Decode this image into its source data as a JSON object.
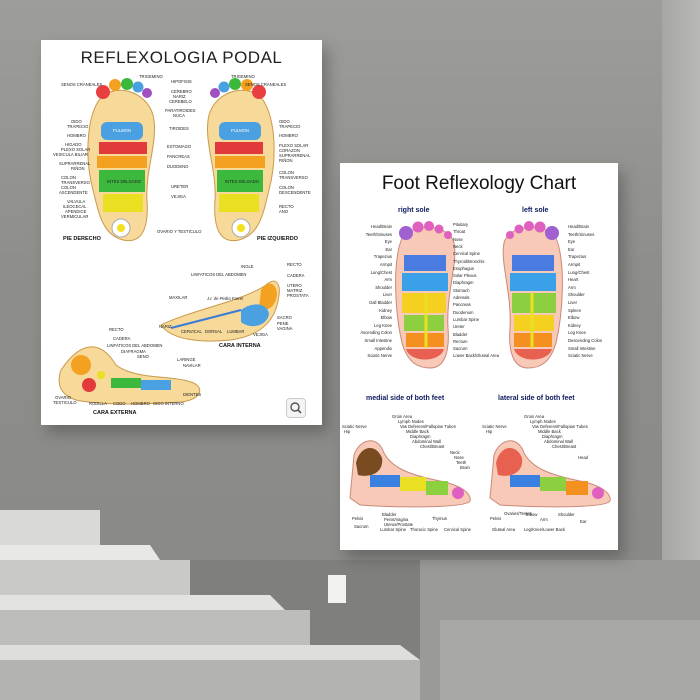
{
  "scene": {
    "wall_color": "#9a9a97",
    "stair_color": "#cfcfcc"
  },
  "left_poster": {
    "title": "REFLEXOLOGIA PODAL",
    "foot_left_label": "PIE DERECHO",
    "foot_right_label": "PIE IZQUIERDO",
    "inner_view_label": "CARA INTERNA",
    "outer_view_label": "CARA EXTERNA",
    "labels_left": [
      "SENOS CRANEALES",
      "OIDO",
      "TRAPECIO",
      "HOMBRO",
      "HIGADO",
      "PLEXO SOLAR",
      "VESICULA BILIAR",
      "SUPRARRENAL",
      "RIÑON",
      "COLON",
      "TRANSVERSO",
      "COLON",
      "ASCENDENTE",
      "VALVULA",
      "ILEOCECAL",
      "APENDICE",
      "VERMICULAR"
    ],
    "labels_center": [
      "TRIGEMINO",
      "HIPOFISIS",
      "CEREBRO",
      "NARIZ",
      "CEREBELO",
      "PARATIROIDES",
      "NUCA",
      "TIROIDES",
      "ESTOMAGO",
      "PANCREAS",
      "DUODENO",
      "URETER",
      "VEJIGA",
      "OVARIO Y TESTICULO"
    ],
    "labels_right": [
      "TRIGEMINO",
      "SENOS CRANEALES",
      "OIDO",
      "TRAPECIO",
      "HOMBRO",
      "PLEXO SOLAR",
      "CORAZON",
      "SUPRARRENAL",
      "RIÑON",
      "COLON",
      "TRANSVERSO",
      "COLON",
      "DESCENDENTE",
      "RECTO",
      "ANO"
    ],
    "foot_organ_labels": [
      "PULMON",
      "PULMON",
      "INTES DELGADO",
      "INTES DELGADO"
    ],
    "inner_labels": [
      "LINFATICOS DEL ABDOMEN",
      "INGLE",
      "RECTO",
      "CADERA",
      "UTERO",
      "MATRIZ",
      "PROSTATA",
      "MAXILAR",
      "J.I. de Pedro Farrer",
      "NARIZ",
      "CERVICAL",
      "DORSAL",
      "LUMBAR",
      "SACRO",
      "PENE",
      "VAGINA",
      "VEJIGA"
    ],
    "outer_labels": [
      "RECTO",
      "CADERA",
      "LINFATICOS DEL ABDOMEN",
      "DIAFRAGMA",
      "SENO",
      "LARINGE",
      "NAVILAR",
      "OVARIO",
      "TESTICULO",
      "RODILLA",
      "CODO",
      "HOMBRO",
      "OIDO INTERNO",
      "DIENTES"
    ]
  },
  "right_poster": {
    "title": "Foot Reflexology Chart",
    "right_sole_label": "right sole",
    "left_sole_label": "left sole",
    "medial_label": "medial side of both feet",
    "lateral_label": "lateral side of both feet",
    "sole_labels_left": [
      "Head/Brain",
      "Teeth/Sinuses",
      "Eye",
      "Ear",
      "Trapezius",
      "Armpit",
      "Lung/Chest",
      "Arm",
      "Shoulder",
      "Liver",
      "Gall Bladder",
      "Kidney",
      "Elbow",
      "Leg Knee",
      "Ascending Colon",
      "Small Intestine",
      "Appendix",
      "Sciatic Nerve"
    ],
    "sole_labels_center": [
      "Pituitary",
      "Throat",
      "Nose",
      "Neck",
      "Cervical Spine",
      "Thyroid/Bronchis",
      "Esophagus",
      "Solar Plexus",
      "Diaphragm",
      "Stomach",
      "Adrenals",
      "Pancreas",
      "Duodenum",
      "Lumbar Spine",
      "Ureter",
      "Bladder",
      "Rectum",
      "Sacrum",
      "Lower Back/Gluteal Area"
    ],
    "sole_labels_right": [
      "Head/Brain",
      "Teeth/Sinuses",
      "Eye",
      "Ear",
      "Trapezius",
      "Armpit",
      "Lung/Chest",
      "Heart",
      "Arm",
      "Shoulder",
      "Liver",
      "Spleen",
      "Elbow",
      "Kidney",
      "Leg Knee",
      "Descending Colon",
      "Small Intestine",
      "Sciatic Nerve"
    ],
    "medial_labels": [
      "Groin Area",
      "Lymph Nodes",
      "Vas Deferens/Fallopian Tubes",
      "Middle Back",
      "Diaphragm",
      "Abdominal Wall",
      "Chest/Breast",
      "Neck",
      "Nose",
      "Teeth",
      "Brain",
      "Sciatic Nerve",
      "Hip",
      "Pelvis",
      "Bladder",
      "Penis/Vagina",
      "Uterus/Prostate",
      "Thymus",
      "Sacrum",
      "Lumbar Spine",
      "Thoracic Spine",
      "Cervical Spine"
    ],
    "lateral_labels": [
      "Groin Area",
      "Lymph Nodes",
      "Vas Deferens/Fallopian Tubes",
      "Middle Back",
      "Diaphragm",
      "Abdominal Wall",
      "Chest/Breast",
      "Head",
      "Sciatic Nerve",
      "Hip",
      "Pelvis",
      "Ovaries/Testes",
      "Elbow",
      "Arm",
      "Shoulder",
      "Ear",
      "Gluteal Area",
      "Leg/Knee/Lower Back"
    ]
  }
}
